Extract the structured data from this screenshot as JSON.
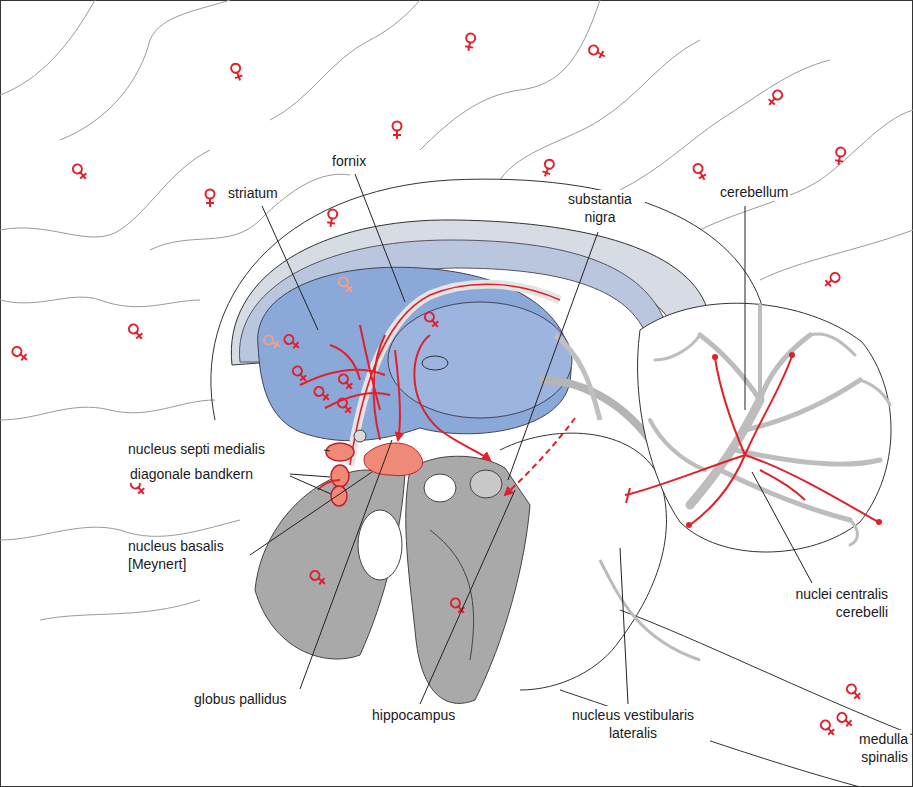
{
  "diagram": {
    "labels": [
      "fornix",
      "striatum",
      "substantia nigra",
      "cerebellum",
      "nucleus septi medialis",
      "diagonale bandkern",
      "nucleus basalis [Meynert]",
      "globus pallidus",
      "hippocampus",
      "nucleus vestibularis lateralis",
      "nuclei centralis cerebelli",
      "medulla spinalis"
    ]
  }
}
